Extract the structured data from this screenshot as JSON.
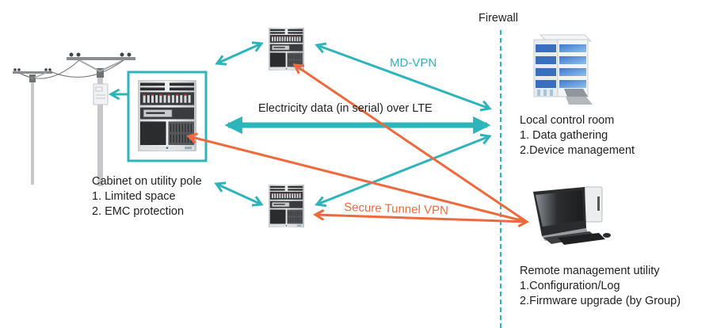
{
  "colors": {
    "teal": "#2eb5bb",
    "orange": "#ee6a3c",
    "text": "#222222",
    "firewall_line": "#2eb5bb"
  },
  "firewall": {
    "label": "Firewall"
  },
  "nodes": {
    "cabinet": {
      "icon": "server-rack-icon",
      "title": "Cabinet on utility pole",
      "items": [
        "1. Limited space",
        "2. EMC protection"
      ]
    },
    "utility_pole": {
      "icon": "utility-pole-icon"
    },
    "gateway_top": {
      "icon": "server-rack-icon"
    },
    "gateway_bottom": {
      "icon": "server-rack-icon"
    },
    "control_room": {
      "icon": "office-building-icon",
      "title": "Local control room",
      "items": [
        "1. Data gathering",
        "2.Device management"
      ]
    },
    "remote_utility": {
      "icon": "desktop-computer-icon",
      "title": "Remote management utility",
      "items": [
        "1.Configuration/Log",
        "2.Firmware upgrade (by Group)"
      ]
    }
  },
  "links": {
    "md_vpn": {
      "label": "MD-VPN"
    },
    "lte": {
      "label": "Electricity data (in serial) over LTE"
    },
    "secure_tunnel": {
      "label": "Secure Tunnel VPN"
    }
  }
}
